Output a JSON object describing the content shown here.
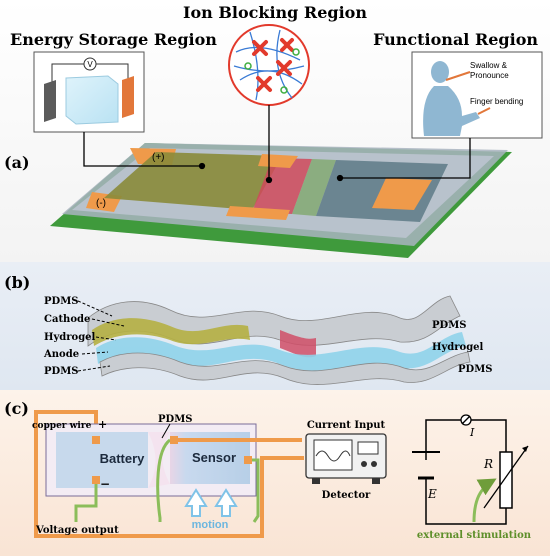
{
  "panel_a": {
    "letter": "(a)",
    "ion_blocking_title": "Ion Blocking Region",
    "energy_storage_title": "Energy Storage Region",
    "functional_title": "Functional Region",
    "voltmeter_symbol": "V",
    "plus_label": "(+)",
    "minus_label": "(-)",
    "functional_inset": {
      "line1": "Swallow &",
      "line2": "Pronounce",
      "line3": "Finger bending"
    }
  },
  "panel_b": {
    "letter": "(b)",
    "left_labels": [
      "PDMS",
      "Cathode",
      "Hydrogel",
      "Anode",
      "PDMS"
    ],
    "right_labels": [
      "PDMS",
      "Hydrogel",
      "PDMS"
    ]
  },
  "panel_c": {
    "letter": "(c)",
    "copper_wire": "copper wire",
    "plus_sign": "+",
    "minus_sign": "−",
    "pdms": "PDMS",
    "battery": "Battery",
    "sensor": "Sensor",
    "motion": "motion",
    "voltage_output": "Voltage output",
    "current_input": "Current Input",
    "detector": "Detector",
    "circuit_current": "I",
    "circuit_emf": "E",
    "circuit_resistance": "R",
    "external_stimulation": "external stimulation"
  },
  "colors": {
    "bg_a": "#fdfdfd",
    "bg_b": "#e4ecf5",
    "bg_c": "#fbeee4",
    "orange": "#ef9a4a",
    "green_wire": "#8bbd5a",
    "sensor_fill": "#bcd3ea",
    "substrate_green": "#3f9a3c",
    "ion_red": "#e23a2c",
    "motion_blue": "#7fc3e8",
    "stimulation_green": "#5e8f2a"
  }
}
